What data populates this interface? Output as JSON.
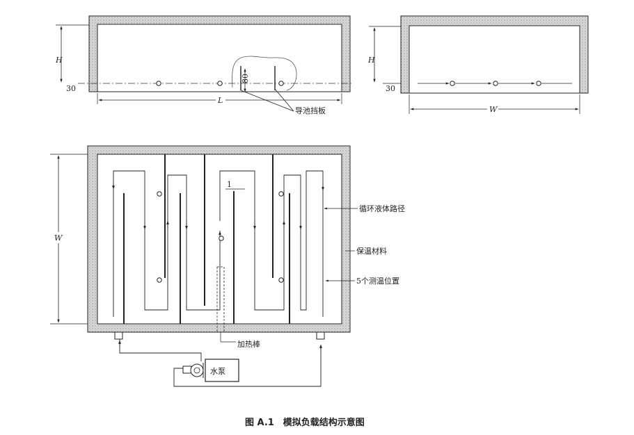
{
  "labels": {
    "guide_baffle": "导池挡板",
    "loop_path": "循环液体路径",
    "insulation": "保温材料",
    "temp_points": "5个测温位置",
    "heater": "加热棒",
    "pump": "水泵",
    "baffle_height": "80",
    "label_one": "1"
  },
  "dimensions": {
    "height_left": "H",
    "height_right": "H",
    "length": "L",
    "width_side": "W",
    "width_plan": "W",
    "offset_left": "30",
    "offset_right": "30"
  },
  "caption": "图 A.1　模拟负载结构示意图",
  "colors": {
    "line": "#222222",
    "insulation_fill": "#d7d7d7",
    "insulation_dots": "#9a9a9a"
  }
}
